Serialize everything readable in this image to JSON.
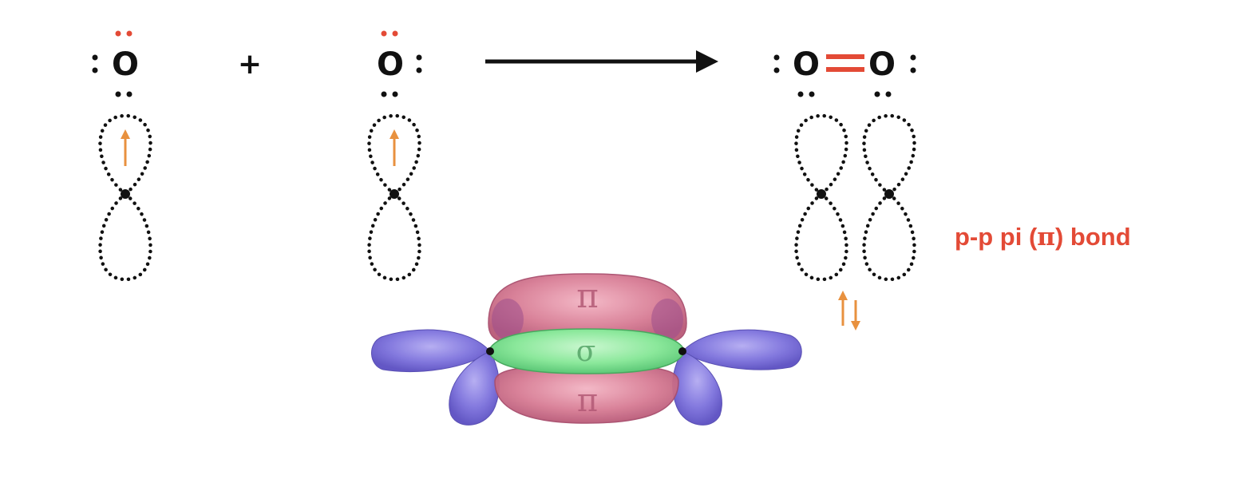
{
  "reactants": {
    "atom1": {
      "symbol": "O"
    },
    "plus": "+",
    "atom2": {
      "symbol": "O"
    }
  },
  "product": {
    "atom_left": "O",
    "atom_right": "O"
  },
  "bond_label": {
    "before": "p-p pi (",
    "greek": "π",
    "after": ") bond"
  },
  "orbital_model": {
    "pi_top": "π",
    "sigma": "σ",
    "pi_bottom": "π"
  },
  "colors": {
    "lone_pair_highlight": "#e34a36",
    "double_bond": "#e34a36",
    "electron_arrow": "#e8913f",
    "bond_label": "#e34a36",
    "dots": "#111111",
    "pi_lobe": "#d77a93",
    "sigma_lobe": "#86e69a",
    "p_lobe": "#7f73dc"
  },
  "icons": {
    "spin_up": "electron-spin-up-arrow",
    "spin_pair": "electron-paired-arrows",
    "reaction_arrow": "reaction-arrow"
  }
}
